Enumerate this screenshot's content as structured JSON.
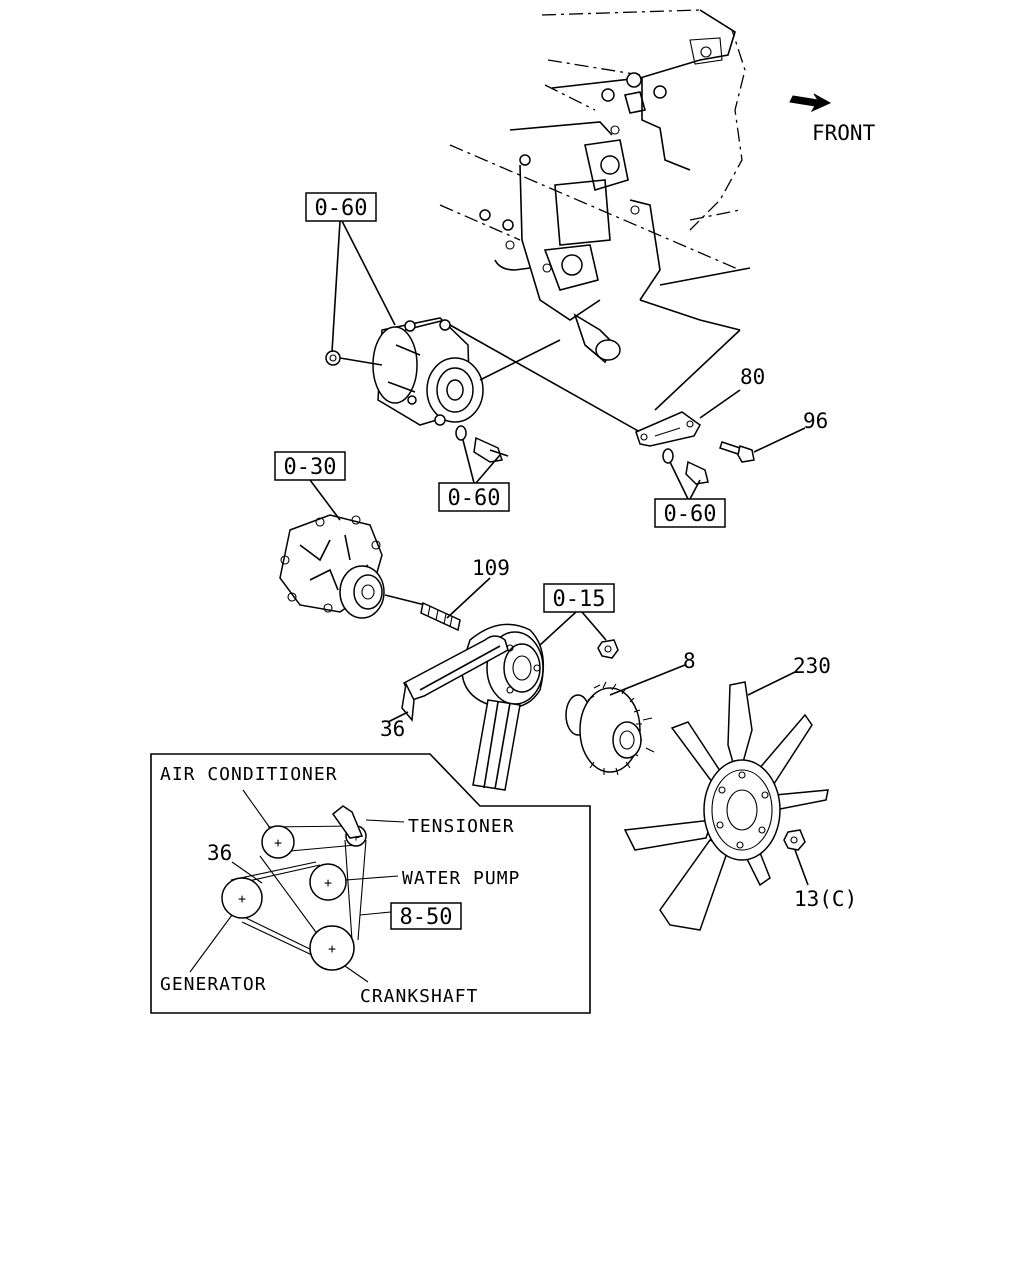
{
  "direction": {
    "label": "FRONT",
    "icon": "front-arrow-icon"
  },
  "ref_boxes": {
    "ac_top": "0-60",
    "ac_bottom": "0-60",
    "bracket_bottom": "0-60",
    "water_pump": "0-30",
    "fan_clutch": "0-15",
    "belt_layout": "8-50"
  },
  "part_numbers": {
    "bracket": "80",
    "bolt": "96",
    "stud": "109",
    "belt": "36",
    "fan_clutch": "8",
    "fan": "230",
    "nut": "13(C)"
  },
  "inset": {
    "air_conditioner": "AIR CONDITIONER",
    "tensioner": "TENSIONER",
    "water_pump": "WATER PUMP",
    "generator": "GENERATOR",
    "crankshaft": "CRANKSHAFT",
    "belt_number": "36"
  }
}
